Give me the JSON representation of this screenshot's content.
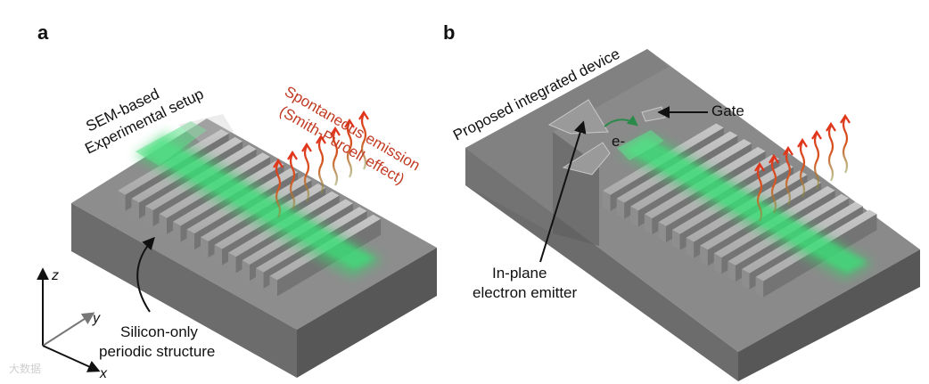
{
  "panel_a": {
    "letter": "a",
    "sem_label": [
      "SEM-based",
      "Experimental setup"
    ],
    "emission_label": [
      "Spontaneous emission",
      "(Smith-Purcell effect)"
    ],
    "structure_label": [
      "Silicon-only",
      "periodic structure"
    ]
  },
  "panel_b": {
    "letter": "b",
    "device_label": "Proposed integrated device",
    "gate_label": "Gate",
    "electron_label": "e-",
    "emitter_label": [
      "In-plane",
      "electron emitter"
    ]
  },
  "axes": {
    "z": "z",
    "y": "y",
    "x": "x"
  },
  "watermark": "大数据",
  "colors": {
    "block_top": "#8c8c8c",
    "block_front": "#6e6e6e",
    "block_side": "#5a5a5a",
    "bar_top": "#b3b3b3",
    "bar_front": "#8f8f8f",
    "beam": "#35d06a",
    "emission": "#d9381e"
  }
}
